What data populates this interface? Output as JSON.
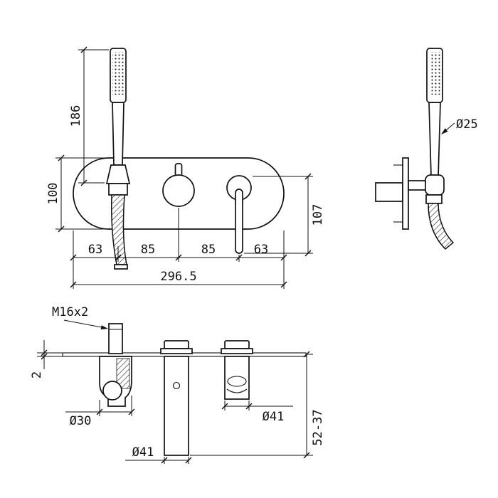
{
  "drawing": {
    "front_view": {
      "handshower_height": "186",
      "plate_height": "100",
      "lever_length": "107",
      "offset_left": "63",
      "pitch_left": "85",
      "pitch_right": "85",
      "offset_right": "63",
      "total_width": "296.5"
    },
    "side_view": {
      "handshower_diameter": "Ø25"
    },
    "section_view": {
      "thread": "M16x2",
      "plate_thickness": "2",
      "holder_diameter": "Ø30",
      "cartridge_diameter": "Ø41",
      "valve_diameter": "Ø41",
      "depth_range": "52-37"
    },
    "line_color": "#111111",
    "background": "#ffffff"
  }
}
